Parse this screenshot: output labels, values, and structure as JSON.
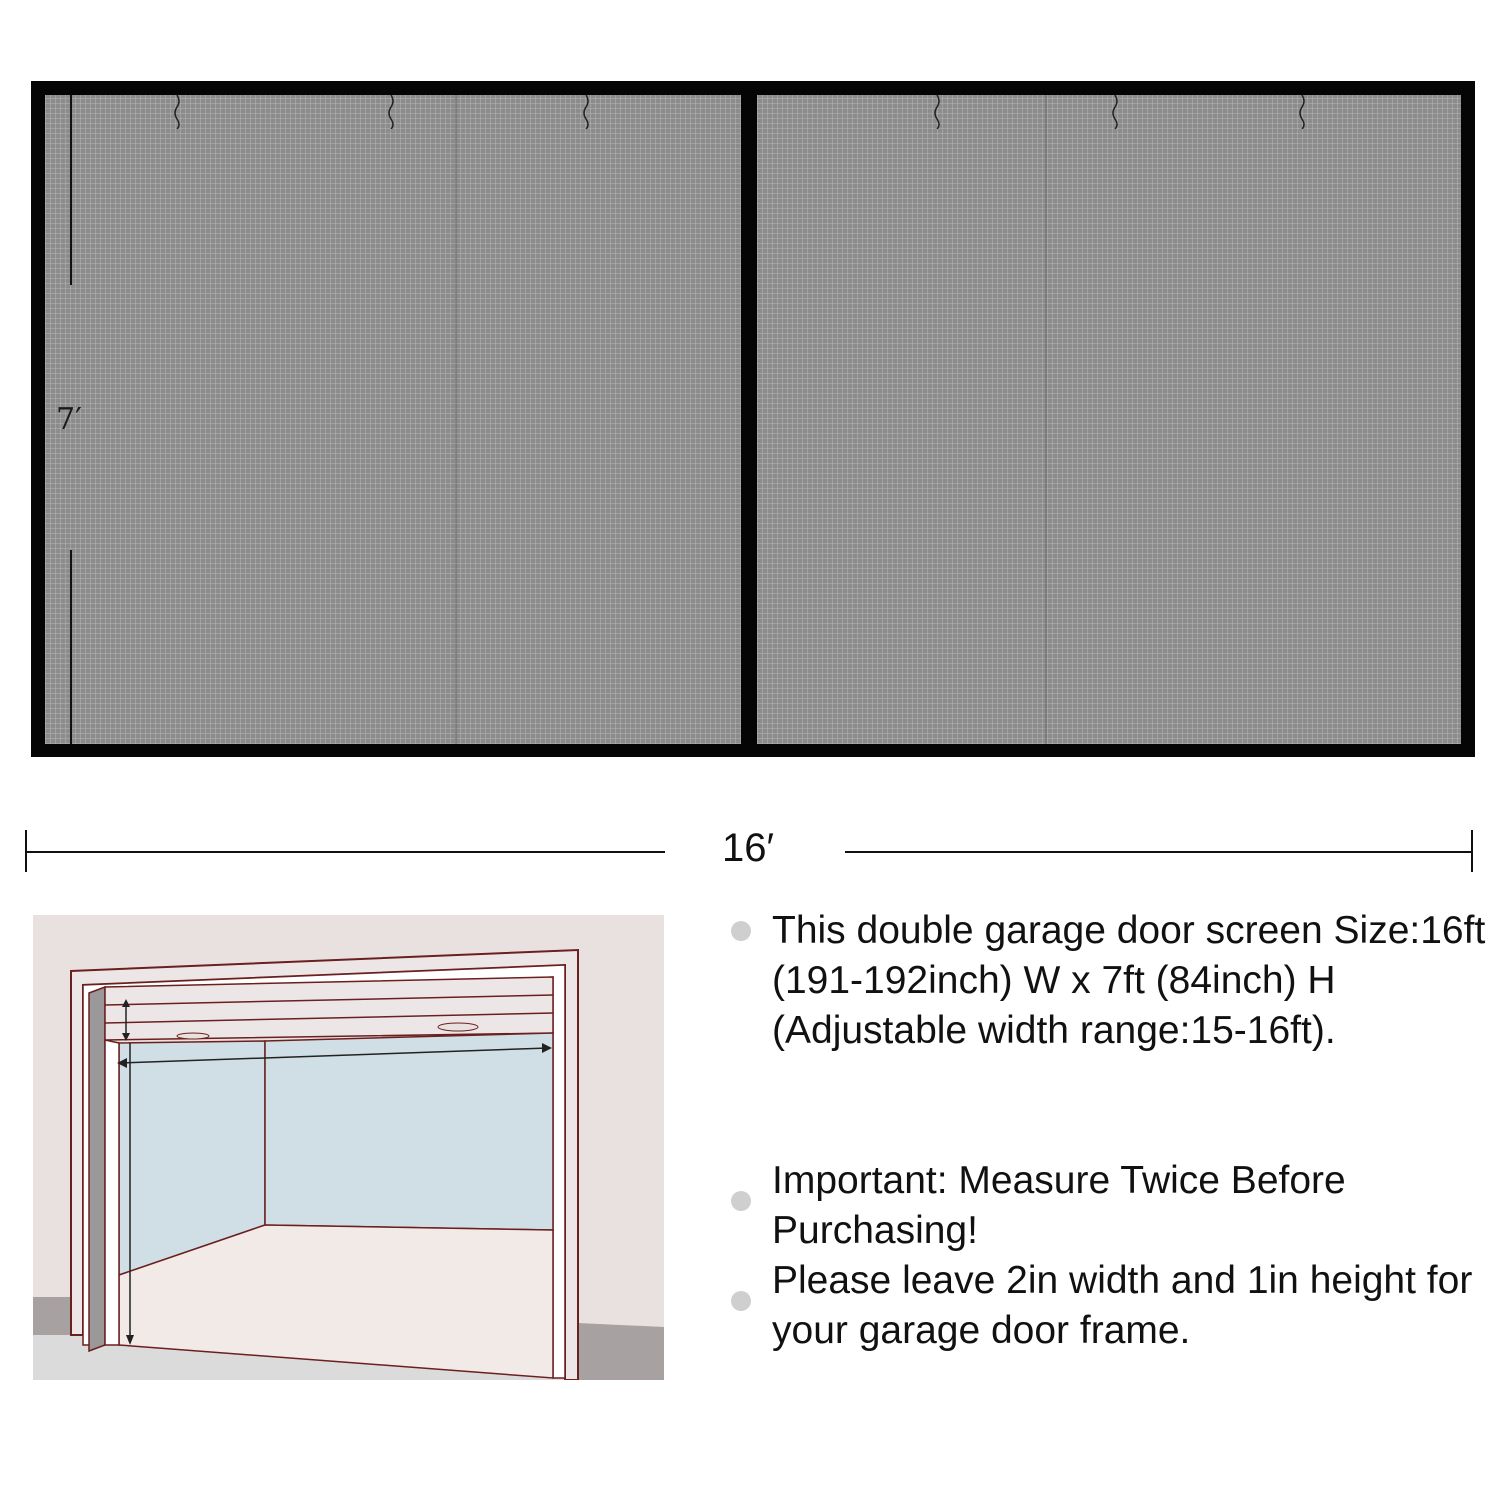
{
  "dimensions": {
    "height_label": "7′",
    "width_label": "16′"
  },
  "colors": {
    "frame": "#050505",
    "mesh": "#8c8c8c",
    "wall": "#e9e1df",
    "opening": "#cfdfe5",
    "bullet": "#cfcfcf"
  },
  "specs": [
    {
      "text": "This double garage door screen Size:16ft (191-192inch) W x 7ft (84inch) H (Adjustable width range:15-16ft)."
    },
    {
      "text": "Important: Measure Twice Before Purchasing!"
    },
    {
      "text": "Please leave 2in width and 1in height for your garage door frame."
    }
  ]
}
